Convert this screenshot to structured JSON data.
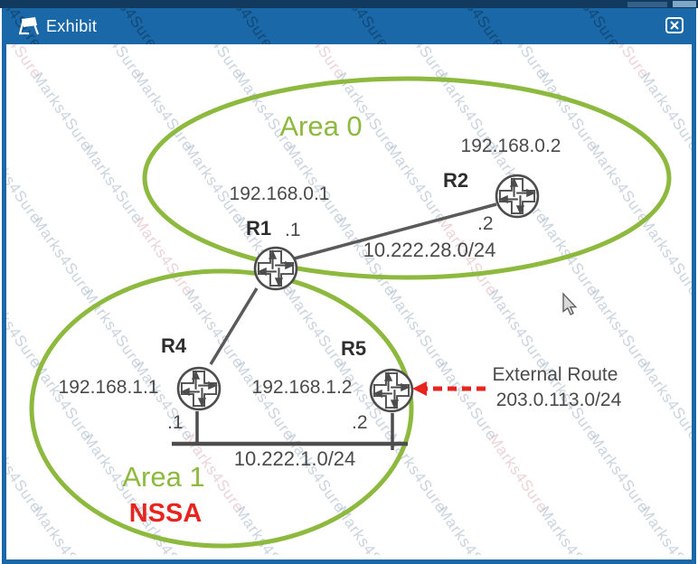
{
  "window": {
    "title": "Exhibit"
  },
  "watermark": {
    "text": "Marks4Sure"
  },
  "colors": {
    "titlebar-blue": "#1a68a7",
    "window-border-blue": "#1a68a7",
    "top-strip-navy": "#12395e",
    "area-green": "#8cb93e",
    "nssa-red": "#e8241f",
    "external-route-red": "#e8241f",
    "diagram-gray": "#4a4a4a"
  },
  "diagram": {
    "areas": {
      "area0_label": "Area 0",
      "area1_label": "Area 1",
      "area1_type": "NSSA"
    },
    "routers": {
      "r1": {
        "name": "R1",
        "address": "192.168.0.1",
        "interface_label": ".1"
      },
      "r2": {
        "name": "R2",
        "address": "192.168.0.2",
        "interface_label": ".2"
      },
      "r4": {
        "name": "R4",
        "address": "192.168.1.1",
        "interface_label": ".1"
      },
      "r5": {
        "name": "R5",
        "address": "192.168.1.2",
        "interface_label": ".2"
      }
    },
    "links": {
      "area0_subnet": "10.222.28.0/24",
      "area1_subnet": "10.222.1.0/24"
    },
    "external_route": {
      "label": "External Route",
      "prefix": "203.0.113.0/24"
    }
  }
}
